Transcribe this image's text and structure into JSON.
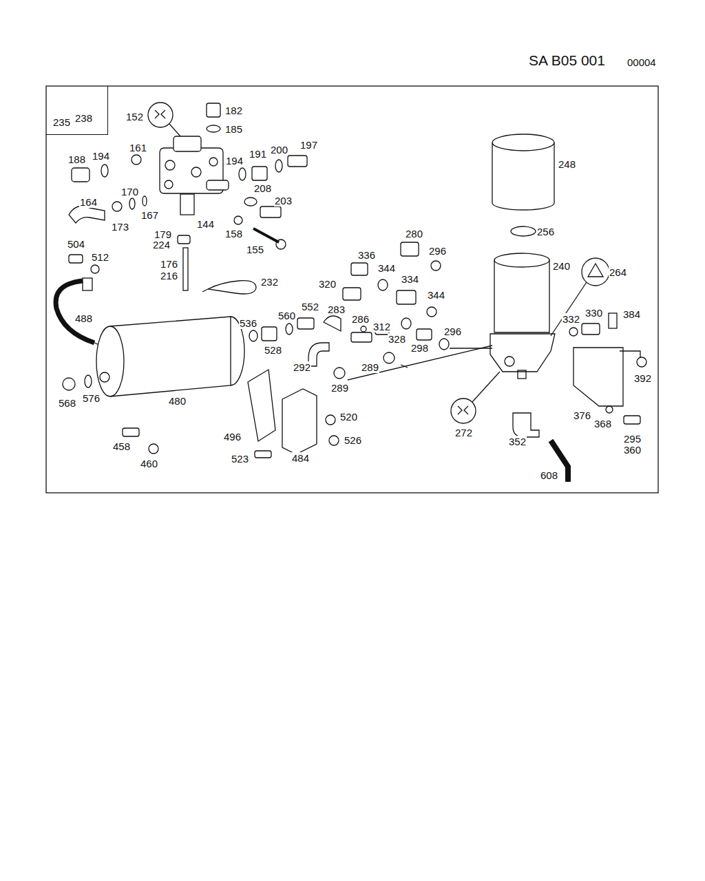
{
  "diagram": {
    "title": "SA B05 001",
    "nodes": [
      {
        "text": [
          "235",
          "238"
        ]
      }
    ],
    "edges": [],
    "labels": [
      "00004",
      "182",
      "185",
      "152",
      "161",
      "188",
      "194",
      "194",
      "191",
      "200",
      "197",
      "208",
      "203",
      "170",
      "164",
      "173",
      "167",
      "144",
      "158",
      "155",
      "179",
      "224",
      "176",
      "216",
      "504",
      "512",
      "232",
      "488",
      "248",
      "256",
      "280",
      "296",
      "336",
      "344",
      "334",
      "320",
      "344",
      "240",
      "264",
      "552",
      "560",
      "536",
      "283",
      "286",
      "312",
      "328",
      "298",
      "296",
      "330",
      "384",
      "332",
      "528",
      "292",
      "289",
      "289",
      "480",
      "568",
      "576",
      "520",
      "526",
      "496",
      "484",
      "523",
      "458",
      "460",
      "272",
      "352",
      "376",
      "368",
      "295",
      "360",
      "392",
      "608"
    ]
  }
}
